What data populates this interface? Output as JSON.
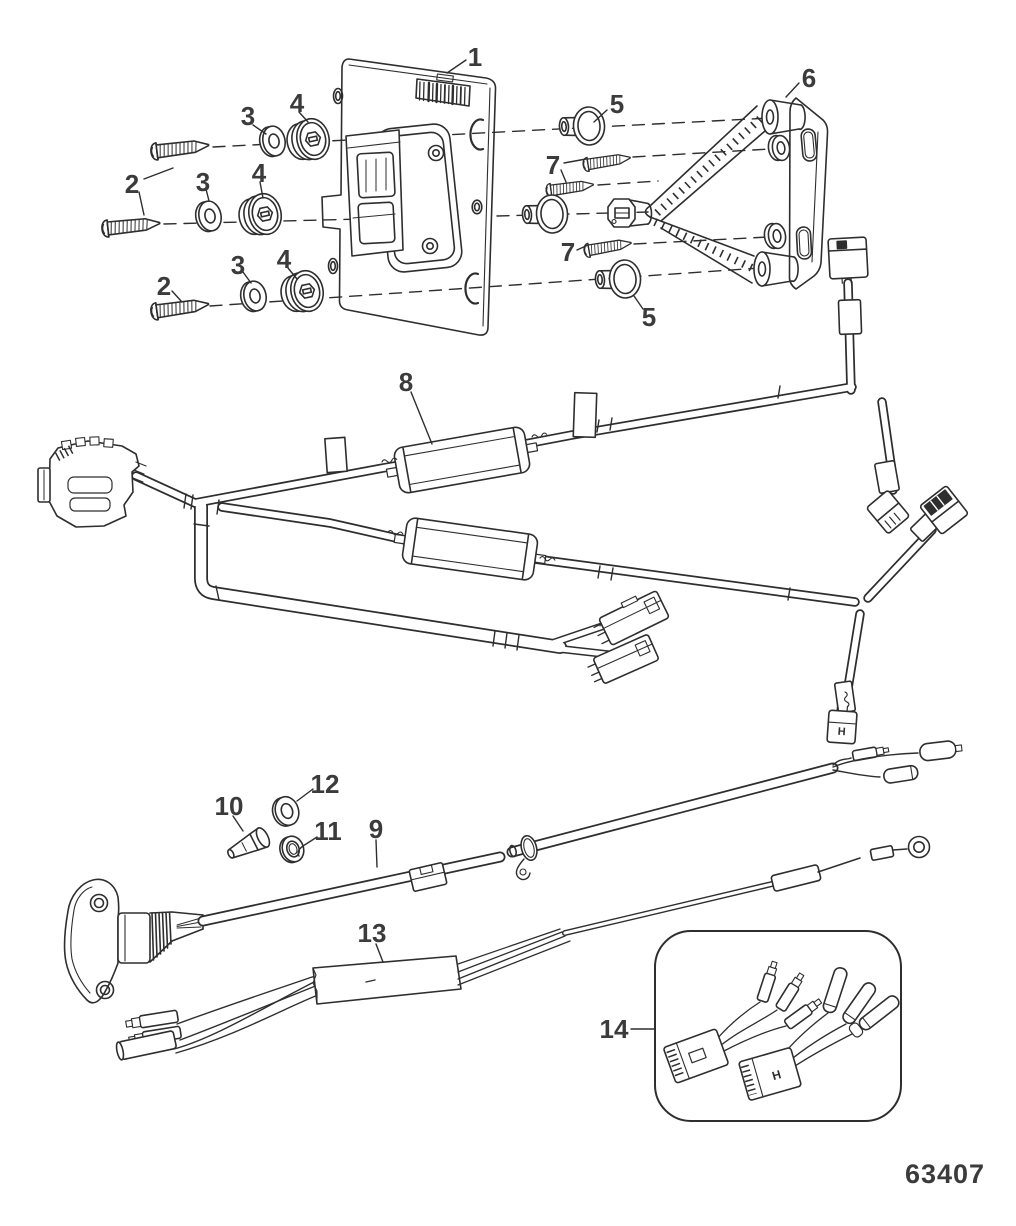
{
  "diagram": {
    "drawing_number": "63407",
    "connector_marking": "H",
    "colors": {
      "line": "#2e2e2e",
      "label": "#3b3b3b",
      "background": "#ffffff"
    },
    "callouts": {
      "c1": "1",
      "c2": "2",
      "c3": "3",
      "c4": "4",
      "c5": "5",
      "c6": "6",
      "c7": "7",
      "c8": "8",
      "c9": "9",
      "c10": "10",
      "c11": "11",
      "c12": "12",
      "c13": "13",
      "c14": "14"
    }
  }
}
